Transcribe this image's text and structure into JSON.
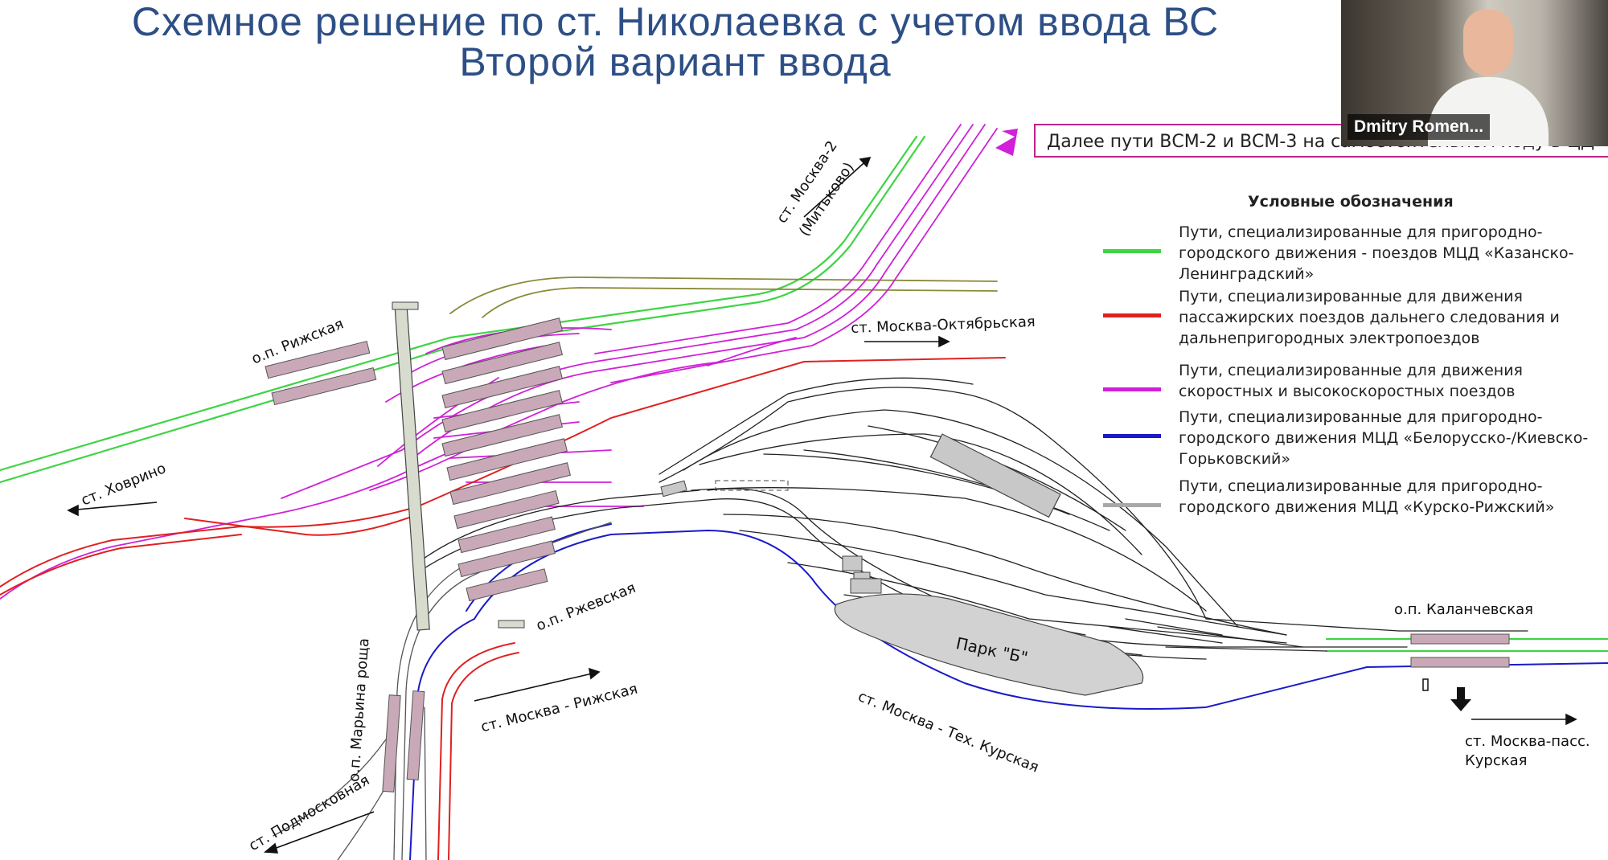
{
  "slide": {
    "title_line1": "Схемное решение по ст. Николаевка с учетом ввода ВС",
    "title_line2": "Второй вариант ввода",
    "note": "Далее пути ВСМ-2 и ВСМ-3 на самостоятельном ходу в ЦД"
  },
  "legend": {
    "title": "Условные обозначения",
    "items": [
      {
        "color": "#3fd444",
        "text": "Пути, специализированные для пригородно-городского движения  - поездов МЦД «Казанско-Ленинградский»"
      },
      {
        "color": "#e02020",
        "text": "Пути, специализированные для движения пассажирских поездов дальнего следования и дальнепригородных электропоездов"
      },
      {
        "color": "#d020d8",
        "text": "Пути, специализированные для движения скоростных и высокоскоростных поездов"
      },
      {
        "color": "#1a1ac8",
        "text": "Пути, специализированные для пригородно-городского движения МЦД «Белорусско-/Киевско-Горьковский»"
      },
      {
        "color": "#a8a8a8",
        "text": "Пути, специализированные для пригородно-городского движения МЦД «Курско-Рижский»"
      }
    ]
  },
  "map_labels": {
    "moskva2": "ст. Москва-2",
    "mitkovo": "(Митьково)",
    "rizhskaya_op": "о.п. Рижская",
    "khovrino": "ст. Ховрино",
    "oktyabrskaya": "ст. Москва-Октябрьская",
    "rzhevskaya": "о.п. Ржевская",
    "maryina_roshcha": "о.п. Марьина роща",
    "moskva_rizhskaya": "ст. Москва - Рижская",
    "podmoskovnaya": "ст. Подмосковная",
    "park_b": "Парк \"Б\"",
    "tekh_kurskaya": "ст. Москва - Тех. Курская",
    "kalanchevskaya": "о.п. Каланчевская",
    "moskva_pass": "ст. Москва-пасс.",
    "kurskaya": "Курская"
  },
  "video": {
    "participant_name": "Dmitry Romen..."
  }
}
